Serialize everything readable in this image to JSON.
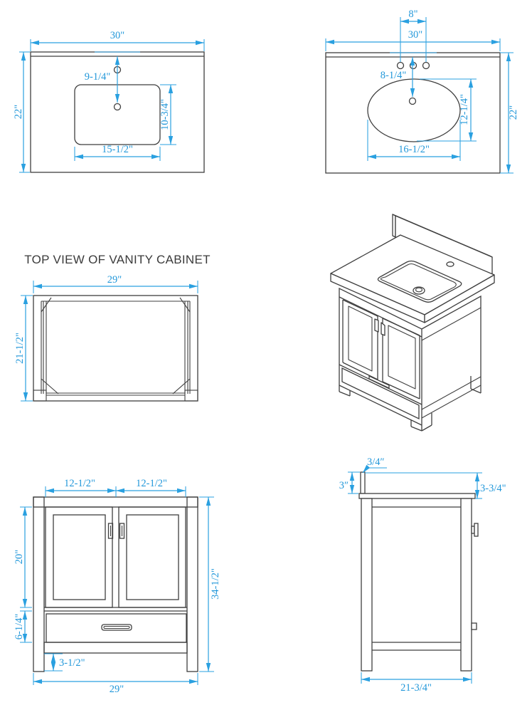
{
  "drawing": {
    "title": "TOP VIEW OF VANITY CABINET",
    "colors": {
      "dimension_blue": "#2aa0e0",
      "line_gray": "#3f3f3f",
      "background": "#ffffff"
    },
    "views": {
      "rect_sink_counter": {
        "width": "30\"",
        "depth": "22\"",
        "faucet_to_drain": "9-1/4\"",
        "sink_width": "15-1/2\"",
        "sink_depth": "10-3/4\""
      },
      "oval_sink_counter": {
        "faucet_spread": "8\"",
        "width": "30\"",
        "depth": "22\"",
        "drain_offset": "8-1/4\"",
        "sink_width": "16-1/2\"",
        "sink_depth": "12-1/4\""
      },
      "cabinet_top": {
        "title": "TOP VIEW OF VANITY CABINET",
        "width": "29\"",
        "depth": "21-1/2\""
      },
      "cabinet_front": {
        "left_door_width": "12-1/2\"",
        "right_door_width": "12-1/2\"",
        "door_height": "20\"",
        "drawer_height": "6-1/4\"",
        "leg_height": "3-1/2\"",
        "width": "29\"",
        "height": "34-1/2\""
      },
      "cabinet_side": {
        "backsplash_thickness": "3/4″",
        "backsplash_height": "3″",
        "top_assembly_height": "3-3/4\"",
        "depth": "21-3/4\""
      }
    }
  }
}
